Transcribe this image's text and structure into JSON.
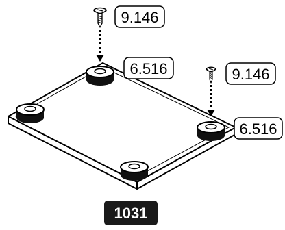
{
  "callouts": {
    "screw_left": "9.146",
    "foot_left": "6.516",
    "screw_right": "9.146",
    "foot_right": "6.516"
  },
  "step_number": "1031",
  "colors": {
    "ink": "#000000",
    "paper": "#ffffff",
    "step_badge": "#1a1a1a"
  },
  "icons": {
    "screw": "screw-icon",
    "foot": "rubber-foot-icon",
    "arrow": "dashed-down-arrow"
  }
}
